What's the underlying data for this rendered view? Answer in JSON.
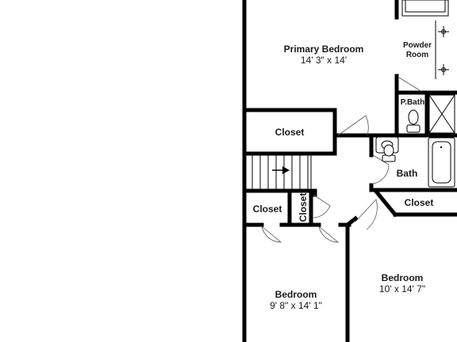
{
  "rooms": {
    "primary_bedroom": {
      "name": "Primary Bedroom",
      "dims": "14' 3\" x 14'"
    },
    "powder_room": {
      "line1": "Powder",
      "line2": "Room"
    },
    "pbath": {
      "name": "P.Bath"
    },
    "bath": {
      "name": "Bath"
    },
    "closet_primary": {
      "name": "Closet"
    },
    "closet_right": {
      "name": "Closet"
    },
    "closet_left": {
      "name": "Closet"
    },
    "closet_small": {
      "name": "Closet"
    },
    "bedroom_left": {
      "name": "Bedroom",
      "dims": "9' 8\" x 14' 1\""
    },
    "bedroom_right": {
      "name": "Bedroom",
      "dims": "10' x 14' 7\""
    }
  }
}
